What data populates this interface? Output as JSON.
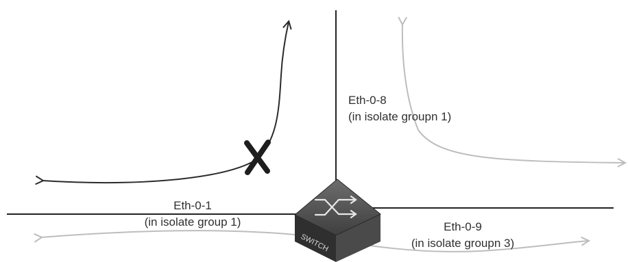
{
  "ports": {
    "eth01": {
      "name": "Eth-0-1",
      "group": "(in isolate group 1)"
    },
    "eth08": {
      "name": "Eth-0-8",
      "group": "(in isolate groupn 1)"
    },
    "eth09": {
      "name": "Eth-0-9",
      "group": "(in isolate groupn 3)"
    }
  },
  "switch": {
    "label": "SWITCH"
  },
  "colors": {
    "line": "#222222",
    "flow_blocked": "#2a2a2a",
    "flow_allowed": "#bdbdbd",
    "switch_top": "#5a5a5a",
    "switch_side": "#3a3a3a"
  },
  "icons": [
    "blocked-x-icon",
    "switch-icon",
    "crossing-arrows-icon"
  ]
}
